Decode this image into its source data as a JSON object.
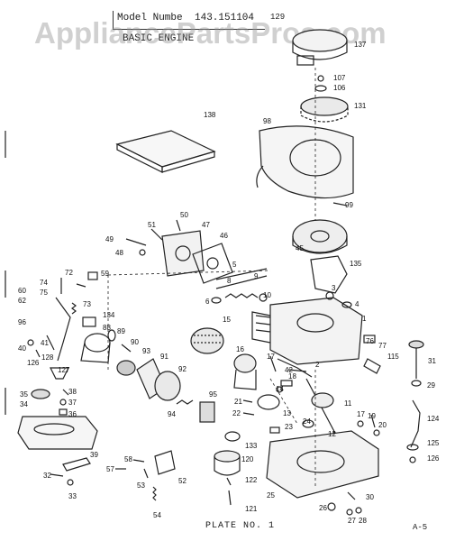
{
  "header": {
    "model_label": "Model Numbe",
    "model_number": "143.151104",
    "section_title": "BASIC ENGINE",
    "top_part": "129"
  },
  "watermark": "AppliancePartsPros.com",
  "footer": {
    "plate": "PLATE NO. 1",
    "page_code": "A-5"
  },
  "parts": [
    {
      "id": "p137",
      "label": "137"
    },
    {
      "id": "p107",
      "label": "107"
    },
    {
      "id": "p106",
      "label": "106"
    },
    {
      "id": "p131",
      "label": "131"
    },
    {
      "id": "p138",
      "label": "138"
    },
    {
      "id": "p98",
      "label": "98"
    },
    {
      "id": "p99",
      "label": "99"
    },
    {
      "id": "p51",
      "label": "51"
    },
    {
      "id": "p50",
      "label": "50"
    },
    {
      "id": "p47",
      "label": "47"
    },
    {
      "id": "p46",
      "label": "46"
    },
    {
      "id": "p49",
      "label": "49"
    },
    {
      "id": "p48",
      "label": "48"
    },
    {
      "id": "p45",
      "label": "45"
    },
    {
      "id": "p135",
      "label": "135"
    },
    {
      "id": "p5",
      "label": "5"
    },
    {
      "id": "p8",
      "label": "8"
    },
    {
      "id": "p9",
      "label": "9"
    },
    {
      "id": "p10",
      "label": "10"
    },
    {
      "id": "p6",
      "label": "6"
    },
    {
      "id": "p3",
      "label": "3"
    },
    {
      "id": "p4",
      "label": "4"
    },
    {
      "id": "p1",
      "label": "1"
    },
    {
      "id": "p59",
      "label": "59"
    },
    {
      "id": "p72",
      "label": "72"
    },
    {
      "id": "p74",
      "label": "74"
    },
    {
      "id": "p75",
      "label": "75"
    },
    {
      "id": "p73",
      "label": "73"
    },
    {
      "id": "p60",
      "label": "60"
    },
    {
      "id": "p62",
      "label": "62"
    },
    {
      "id": "p96",
      "label": "96"
    },
    {
      "id": "p134",
      "label": "134"
    },
    {
      "id": "p15",
      "label": "15"
    },
    {
      "id": "p89",
      "label": "89"
    },
    {
      "id": "p88",
      "label": "88"
    },
    {
      "id": "p90",
      "label": "90"
    },
    {
      "id": "p93",
      "label": "93"
    },
    {
      "id": "p41",
      "label": "41"
    },
    {
      "id": "p40",
      "label": "40"
    },
    {
      "id": "p126",
      "label": "126"
    },
    {
      "id": "p128",
      "label": "128"
    },
    {
      "id": "p127",
      "label": "127"
    },
    {
      "id": "p91",
      "label": "91"
    },
    {
      "id": "p92",
      "label": "92"
    },
    {
      "id": "p16",
      "label": "16"
    },
    {
      "id": "p76",
      "label": "76"
    },
    {
      "id": "p77",
      "label": "77"
    },
    {
      "id": "p115",
      "label": "115"
    },
    {
      "id": "p31",
      "label": "31"
    },
    {
      "id": "p2",
      "label": "2"
    },
    {
      "id": "p17",
      "label": "17"
    },
    {
      "id": "p42",
      "label": "42"
    },
    {
      "id": "p18",
      "label": "18"
    },
    {
      "id": "p14",
      "label": "14"
    },
    {
      "id": "p29",
      "label": "29"
    },
    {
      "id": "p35",
      "label": "35"
    },
    {
      "id": "p38",
      "label": "38"
    },
    {
      "id": "p34",
      "label": "34"
    },
    {
      "id": "p37",
      "label": "37"
    },
    {
      "id": "p36",
      "label": "36"
    },
    {
      "id": "p95",
      "label": "95"
    },
    {
      "id": "p94",
      "label": "94"
    },
    {
      "id": "p21",
      "label": "21"
    },
    {
      "id": "p22",
      "label": "22"
    },
    {
      "id": "p11",
      "label": "11"
    },
    {
      "id": "p13",
      "label": "13"
    },
    {
      "id": "p24",
      "label": "24"
    },
    {
      "id": "p17b",
      "label": "17"
    },
    {
      "id": "p19",
      "label": "19"
    },
    {
      "id": "p20",
      "label": "20"
    },
    {
      "id": "p124",
      "label": "124"
    },
    {
      "id": "p12",
      "label": "12"
    },
    {
      "id": "p23",
      "label": "23"
    },
    {
      "id": "p133",
      "label": "133"
    },
    {
      "id": "p125",
      "label": "125"
    },
    {
      "id": "p120",
      "label": "120"
    },
    {
      "id": "p39",
      "label": "39"
    },
    {
      "id": "p32",
      "label": "32"
    },
    {
      "id": "p33",
      "label": "33"
    },
    {
      "id": "p58",
      "label": "58"
    },
    {
      "id": "p57",
      "label": "57"
    },
    {
      "id": "p53",
      "label": "53"
    },
    {
      "id": "p52",
      "label": "52"
    },
    {
      "id": "p54",
      "label": "54"
    },
    {
      "id": "p122",
      "label": "122"
    },
    {
      "id": "p121",
      "label": "121"
    },
    {
      "id": "p25",
      "label": "25"
    },
    {
      "id": "p126b",
      "label": "126"
    },
    {
      "id": "p30",
      "label": "30"
    },
    {
      "id": "p26",
      "label": "26"
    },
    {
      "id": "p27",
      "label": "27"
    },
    {
      "id": "p28",
      "label": "28"
    }
  ]
}
